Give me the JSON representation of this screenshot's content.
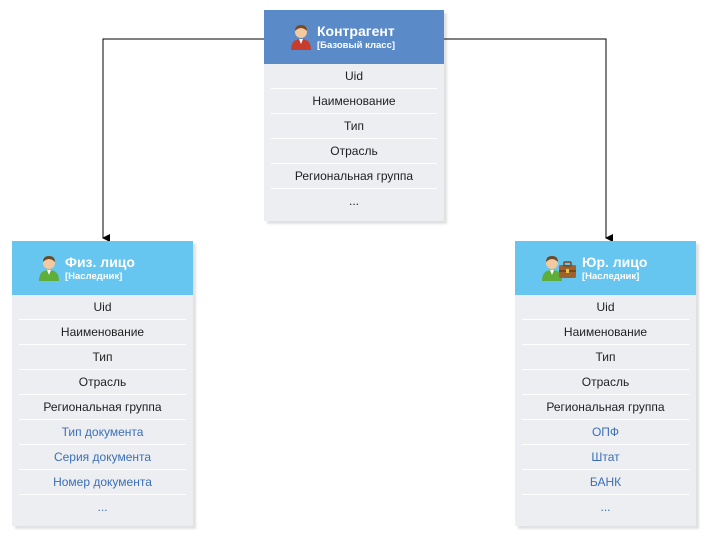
{
  "base_class": {
    "title": "Контрагент",
    "subtitle": "[Базовый класс]",
    "icon": "person-icon",
    "fields": [
      "Uid",
      "Наименование",
      "Тип",
      "Отрасль",
      "Региональная группа",
      "..."
    ]
  },
  "individual": {
    "title": "Физ. лицо",
    "subtitle": "[Наследник]",
    "icon": "person-icon",
    "inherited_fields": [
      "Uid",
      "Наименование",
      "Тип",
      "Отрасль",
      "Региональная группа"
    ],
    "own_fields": [
      "Тип документа",
      "Серия документа",
      "Номер документа",
      "..."
    ]
  },
  "legal_entity": {
    "title": "Юр. лицо",
    "subtitle": "[Наследник]",
    "icon": "person-briefcase-icon",
    "inherited_fields": [
      "Uid",
      "Наименование",
      "Тип",
      "Отрасль",
      "Региональная группа"
    ],
    "own_fields": [
      "ОПФ",
      "Штат",
      "БАНК",
      "..."
    ]
  },
  "colors": {
    "base_header": "#5b8ac8",
    "child_header": "#66c6ef",
    "card_body": "#eceef2",
    "own_field_text": "#3b6fb5",
    "connector": "#000000"
  }
}
